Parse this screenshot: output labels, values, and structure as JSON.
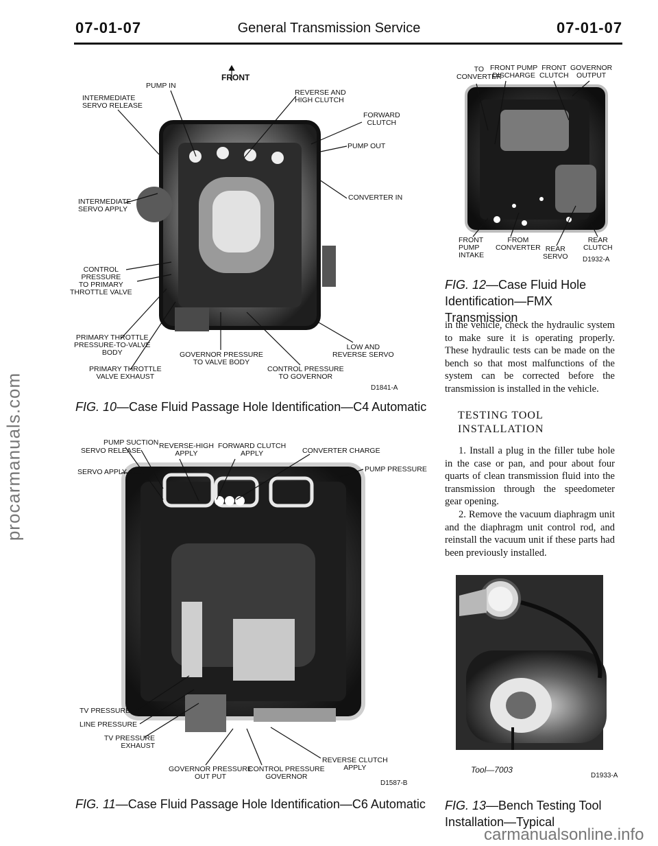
{
  "header": {
    "left_code": "07-01-07",
    "title": "General Transmission Service",
    "right_code": "07-01-07"
  },
  "watermark_side": "procarmanuals.com",
  "watermark_footer": "carmanualsonline.info",
  "fig10": {
    "caption_num": "FIG. 10",
    "caption_text": "—Case Fluid Passage Hole Identification—C4 Automatic",
    "code": "D1841-A",
    "labels": {
      "front": "FRONT",
      "pump_in": "PUMP IN",
      "intermediate_servo_release": "INTERMEDIATE\nSERVO RELEASE",
      "reverse_high_clutch": "REVERSE AND\nHIGH CLUTCH",
      "forward_clutch": "FORWARD\nCLUTCH",
      "pump_out": "PUMP OUT",
      "converter_in": "CONVERTER IN",
      "intermediate_servo_apply": "INTERMEDIATE\nSERVO APPLY",
      "control_pressure_primary_throttle": "CONTROL\nPRESSURE\nTO PRIMARY\nTHROTTLE VALVE",
      "primary_throttle_pressure_to_valve_body": "PRIMARY THROTTLE\nPRESSURE-TO-VALVE\nBODY",
      "primary_throttle_valve_exhaust": "PRIMARY THROTTLE\nVALVE EXHAUST",
      "governor_pressure_to_valve_body": "GOVERNOR PRESSURE\nTO VALVE BODY",
      "low_reverse_servo": "LOW AND\nREVERSE SERVO",
      "control_pressure_to_governor": "CONTROL PRESSURE\nTO GOVERNOR"
    }
  },
  "fig11": {
    "caption_num": "FIG. 11",
    "caption_text": "—Case Fluid Passage Hole Identification—C6 Automatic",
    "code": "D1587-B",
    "labels": {
      "pump_suction": "PUMP SUCTION",
      "servo_release": "SERVO RELEASE",
      "reverse_high_apply": "REVERSE-HIGH\nAPPLY",
      "forward_clutch_apply": "FORWARD CLUTCH\nAPPLY",
      "converter_charge": "CONVERTER CHARGE",
      "servo_apply": "SERVO APPLY",
      "pump_pressure": "PUMP PRESSURE",
      "tv_pressure": "TV PRESSURE",
      "line_pressure": "LINE PRESSURE",
      "tv_pressure_exhaust": "TV PRESSURE\nEXHAUST",
      "reverse_clutch_apply": "REVERSE CLUTCH\nAPPLY",
      "governor_pressure_output": "GOVERNOR PRESSURE\nOUT PUT",
      "control_pressure_governor": "CONTROL PRESSURE\nGOVERNOR"
    }
  },
  "fig12": {
    "caption_num": "FIG. 12",
    "caption_text": "—Case Fluid Hole Identification—FMX Transmission",
    "code": "D1932-A",
    "labels": {
      "to_converter": "TO\nCONVERTER",
      "front_pump_discharge": "FRONT PUMP\nDISCHARGE",
      "front_clutch": "FRONT\nCLUTCH",
      "governor_output": "GOVERNOR\nOUTPUT",
      "front_pump_intake": "FRONT\nPUMP\nINTAKE",
      "from_converter": "FROM\nCONVERTER",
      "rear_servo": "REAR\nSERVO",
      "rear_clutch": "REAR\nCLUTCH"
    }
  },
  "body": {
    "intro": "in the vehicle, check the hydraulic system to make sure it is operating properly. These hydraulic tests can be made on the bench so that most malfunctions of the system can be corrected before the transmission is installed in the vehicle.",
    "section_title_1": "TESTING TOOL",
    "section_title_2": "INSTALLATION",
    "step1": "1. Install a plug in the filler tube hole in the case or pan, and pour about four quarts of clean transmission fluid into the transmission through the speedometer gear opening.",
    "step2": "2. Remove the vacuum diaphragm unit and the diaphragm unit control rod, and reinstall the vacuum unit if these parts had been previously installed."
  },
  "fig13": {
    "caption_num": "FIG. 13",
    "caption_text": "—Bench Testing Tool Installation—Typical",
    "tool_label": "Tool—7003",
    "code": "D1933-A"
  }
}
